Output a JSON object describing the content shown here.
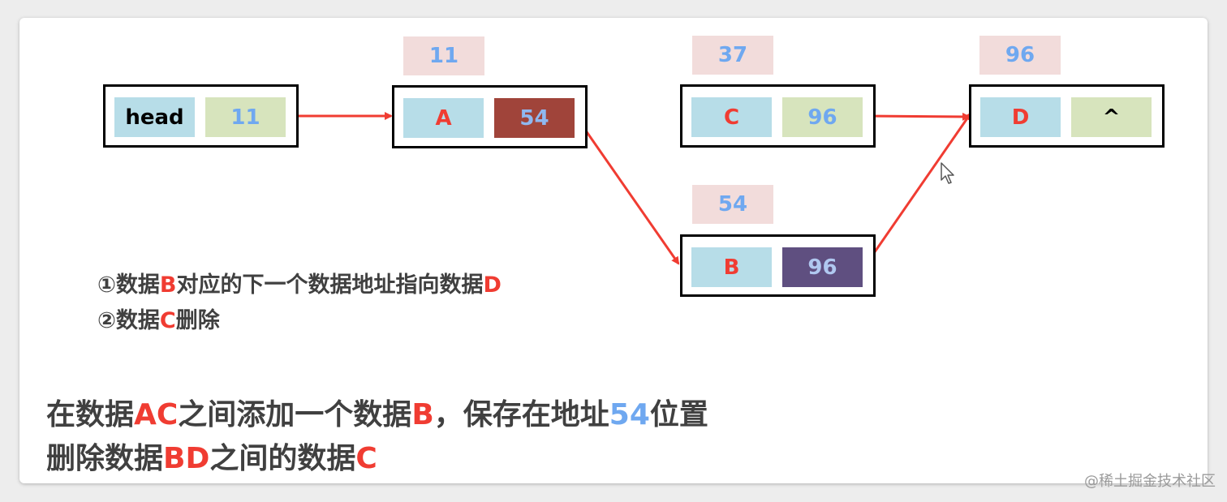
{
  "colors": {
    "arrow": "#f03c32",
    "node_border": "#000000",
    "data_cell": "#b7dde8",
    "pointer_cell": "#d7e4bd",
    "address_box": "#f2dcdb",
    "highlight_red": "#a0443a",
    "highlight_purple": "#5f4f80",
    "text_red": "#f03c32",
    "text_blue": "#6fa8f0",
    "text_dark": "#404040"
  },
  "nodes": {
    "head": {
      "data": "head",
      "pointer": "11"
    },
    "a": {
      "address": "11",
      "data": "A",
      "pointer": "54"
    },
    "c": {
      "address": "37",
      "data": "C",
      "pointer": "96"
    },
    "d": {
      "address": "96",
      "data": "D",
      "pointer": "^"
    },
    "b": {
      "address": "54",
      "data": "B",
      "pointer": "96"
    }
  },
  "steps": {
    "step1": {
      "prefix": "①数据",
      "b": "B",
      "middle": "对应的下一个数据地址指向数据",
      "d": "D"
    },
    "step2": {
      "prefix": "②数据",
      "c": "C",
      "suffix": "删除"
    }
  },
  "summary": {
    "line1": {
      "p1": "在数据",
      "ac": "AC",
      "p2": "之间添加一个数据",
      "b": "B",
      "p3": "，保存在地址",
      "addr": "54",
      "p4": "位置"
    },
    "line2": {
      "p1": "删除数据",
      "bd": "BD",
      "p2": "之间的数据",
      "c": "C"
    }
  },
  "watermark": "@稀土掘金技术社区"
}
